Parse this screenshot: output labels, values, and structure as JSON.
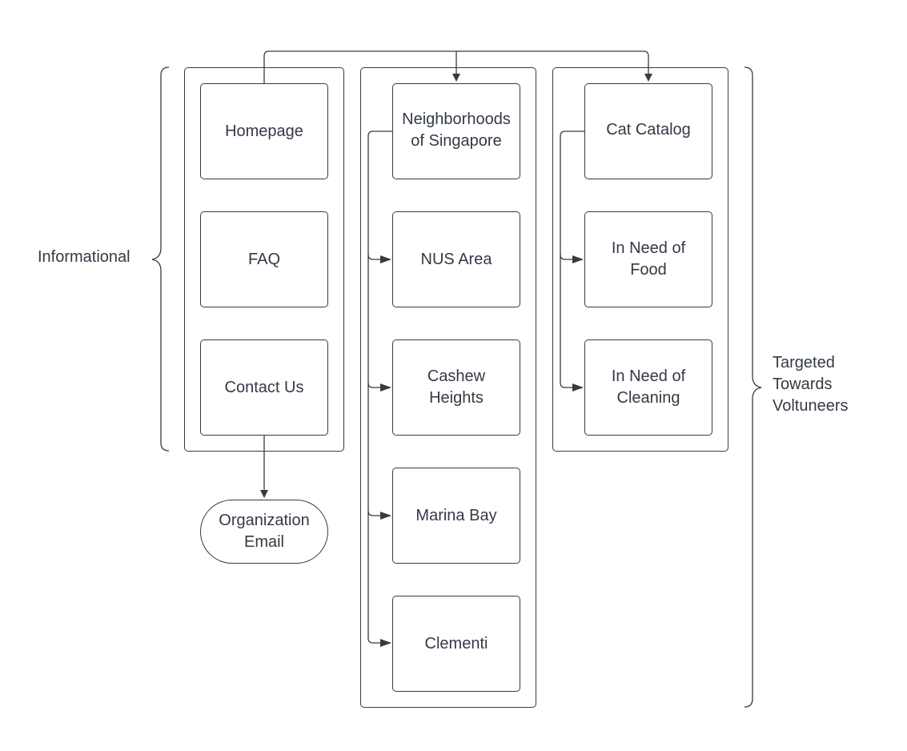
{
  "brackets": {
    "informational": "Informational",
    "targeted": "Targeted\nTowards\nVoltuneers"
  },
  "column_informational": {
    "homepage": "Homepage",
    "faq": "FAQ",
    "contact_us": "Contact Us"
  },
  "terminal": {
    "organization_email": "Organization\nEmail"
  },
  "column_neighborhoods": {
    "parent": "Neighborhoods\nof Singapore",
    "children": [
      "NUS Area",
      "Cashew\nHeights",
      "Marina Bay",
      "Clementi"
    ]
  },
  "column_cats": {
    "parent": "Cat Catalog",
    "children": [
      "In Need of\nFood",
      "In Need of\nCleaning"
    ]
  },
  "colors": {
    "line": "#3a3a3a",
    "text": "#333a45",
    "background": "#ffffff"
  }
}
